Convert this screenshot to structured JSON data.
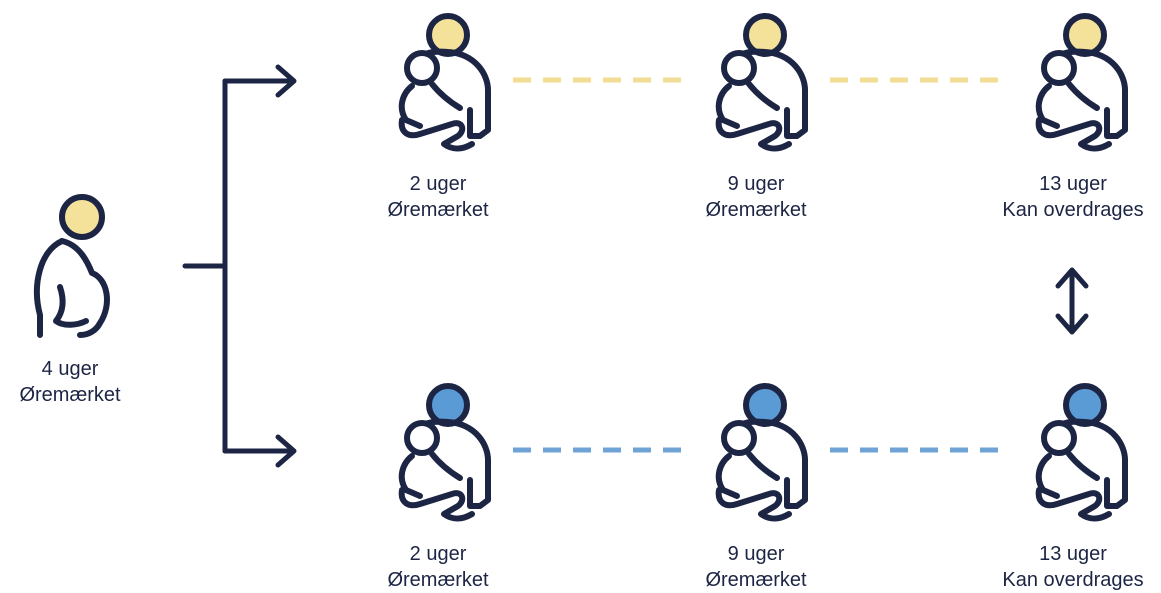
{
  "colors": {
    "stroke": "#1d2545",
    "mother": "#f4e29a",
    "partner": "#5b9bd5",
    "mother_dash": "#f2dd95",
    "partner_dash": "#6fa3d6"
  },
  "pregnancy": {
    "weeks": "4 uger",
    "status": "Øremærket"
  },
  "mother_row": [
    {
      "weeks": "2 uger",
      "status": "Øremærket"
    },
    {
      "weeks": "9 uger",
      "status": "Øremærket"
    },
    {
      "weeks": "13 uger",
      "status": "Kan overdrages"
    }
  ],
  "partner_row": [
    {
      "weeks": "2 uger",
      "status": "Øremærket"
    },
    {
      "weeks": "9 uger",
      "status": "Øremærket"
    },
    {
      "weeks": "13 uger",
      "status": "Kan overdrages"
    }
  ],
  "icons": {
    "pregnant": "pregnant-person-icon",
    "parent_child": "parent-holding-child-icon",
    "arrow": "arrow-right-icon",
    "swap": "double-arrow-vertical-icon"
  }
}
